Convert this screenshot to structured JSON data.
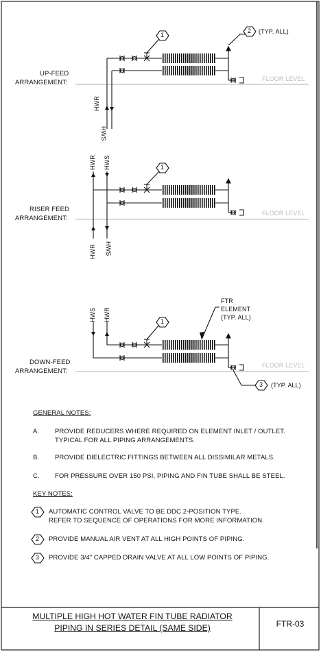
{
  "arrangements": [
    {
      "name_line1": "UP-FEED",
      "name_line2": "ARRANGEMENT:",
      "floor_level": "FLOOR LEVEL",
      "pipe_labels": [
        "HWR",
        "HWS"
      ]
    },
    {
      "name_line1": "RISER FEED",
      "name_line2": "ARRANGEMENT:",
      "floor_level": "FLOOR LEVEL",
      "pipe_labels_top": [
        "HWR",
        "HWS"
      ],
      "pipe_labels_bottom": [
        "HWR",
        "HWS"
      ]
    },
    {
      "name_line1": "DOWN-FEED",
      "name_line2": "ARRANGEMENT:",
      "floor_level": "FLOOR LEVEL",
      "pipe_labels": [
        "HWS",
        "HWR"
      ]
    }
  ],
  "callouts": {
    "typ_all": "(TYP. ALL)",
    "ftr_element": [
      "FTR",
      "ELEMENT",
      "(TYP. ALL)"
    ],
    "tags": [
      "1",
      "2",
      "3"
    ]
  },
  "general_notes": {
    "heading": "GENERAL NOTES:",
    "items": [
      {
        "letter": "A.",
        "lines": [
          "PROVIDE REDUCERS WHERE REQUIRED ON ELEMENT INLET / OUTLET.",
          "TYPICAL FOR ALL PIPING ARRANGEMENTS."
        ]
      },
      {
        "letter": "B.",
        "lines": [
          "PROVIDE DIELECTRIC FITTINGS BETWEEN ALL DISSIMILAR METALS."
        ]
      },
      {
        "letter": "C.",
        "lines": [
          "FOR PRESSURE OVER 150 PSI, PIPING AND FIN TUBE SHALL BE STEEL."
        ]
      }
    ]
  },
  "key_notes": {
    "heading": "KEY NOTES:",
    "items": [
      {
        "num": "1",
        "lines": [
          "AUTOMATIC CONTROL VALVE TO BE DDC 2-POSITION TYPE.",
          "REFER TO SEQUENCE OF OPERATIONS FOR MORE INFORMATION."
        ]
      },
      {
        "num": "2",
        "lines": [
          "PROVIDE MANUAL AIR VENT AT ALL HIGH POINTS OF PIPING."
        ]
      },
      {
        "num": "3",
        "lines": [
          "PROVIDE 3/4\" CAPPED DRAIN VALVE AT ALL LOW POINTS OF PIPING."
        ]
      }
    ]
  },
  "title_block": {
    "title_line1": "MULTIPLE HIGH HOT WATER FIN TUBE RADIATOR",
    "title_line2": "PIPING IN SERIES DETAIL (SAME SIDE)",
    "code": "FTR-03"
  }
}
